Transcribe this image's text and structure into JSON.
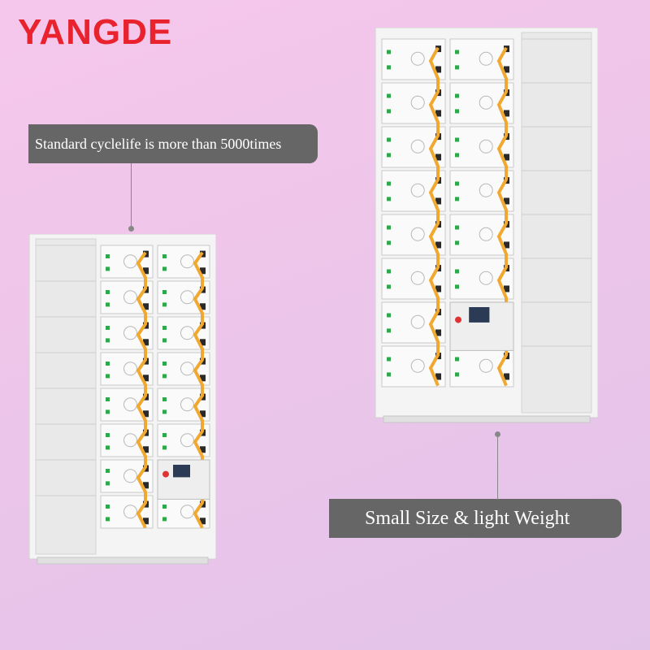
{
  "brand": {
    "name": "YANGDE",
    "color": "#e8232e"
  },
  "callouts": {
    "cycle_life": "Standard cyclelife is  more than 5000times",
    "size_weight": "Small Size & light Weight"
  },
  "colors": {
    "callout_bg": "#666666",
    "cable": "#f0a830",
    "lug": "#2a2a2a",
    "terminal": "#2ea84a"
  },
  "cabinets": [
    {
      "name": "left-cabinet",
      "modules_per_column": 8,
      "bms_panel": true
    },
    {
      "name": "right-cabinet",
      "modules_per_column": 8,
      "bms_panel": true
    }
  ]
}
